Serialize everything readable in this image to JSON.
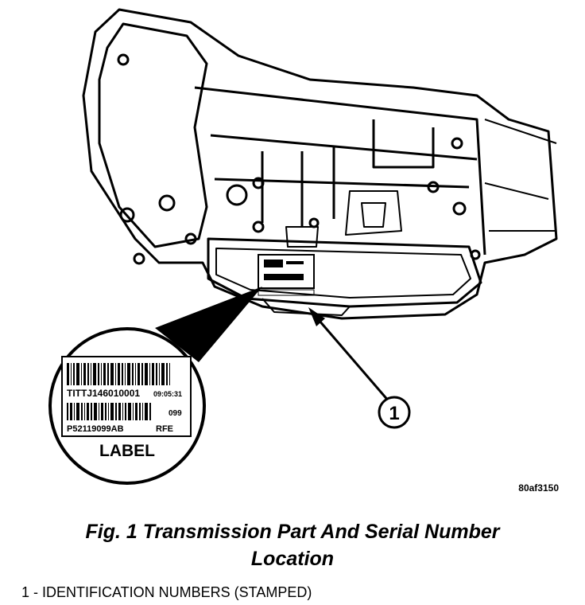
{
  "figure": {
    "image_code": "80af3150",
    "caption_line1": "Fig. 1 Transmission Part And Serial Number",
    "caption_line2": "Location"
  },
  "label_detail": {
    "serial": "TITTJ146010001",
    "time": "09:05:31",
    "code": "099",
    "part_number": "P52119099AB",
    "type": "RFE",
    "title": "LABEL"
  },
  "callout": {
    "number": "1"
  },
  "legend": [
    {
      "text": "1 - IDENTIFICATION NUMBERS (STAMPED)"
    }
  ]
}
